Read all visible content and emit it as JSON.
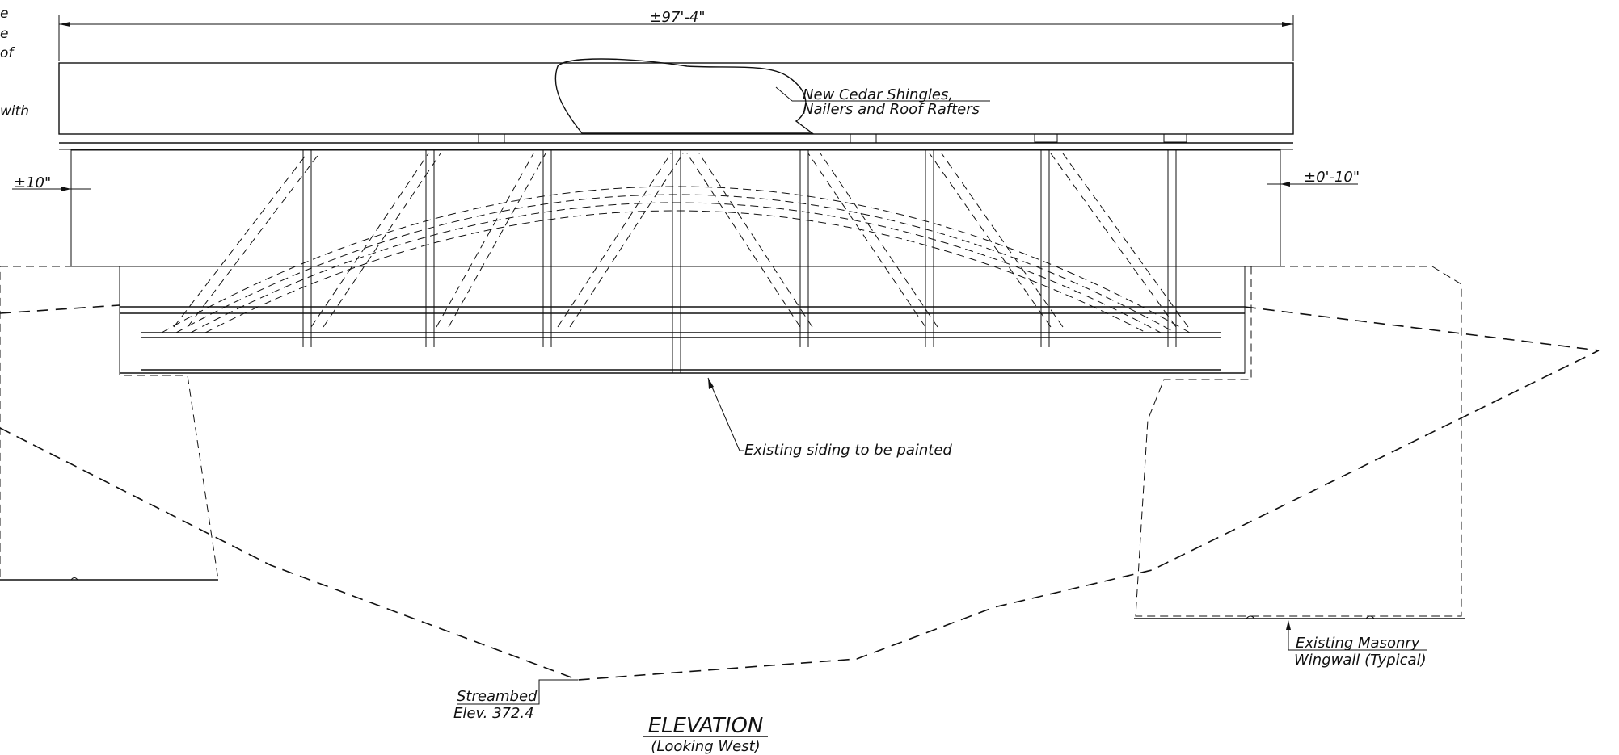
{
  "drawing": {
    "view_title": "ELEVATION",
    "view_subtitle": "(Looking West)",
    "overall_length": "±97'-4\"",
    "left_overhang": "±10\"",
    "right_overhang": "±0'-10\"",
    "roof_note_line1": "New Cedar Shingles,",
    "roof_note_line2": "Nailers and Roof Rafters",
    "siding_note": "Existing siding to be painted",
    "streambed_label": "Streambed",
    "streambed_elev": "Elev. 372.4",
    "wingwall_line1": "Existing Masonry",
    "wingwall_line2": "Wingwall (Typical)",
    "clipped_note": [
      "e",
      "e",
      "of",
      "with"
    ]
  }
}
